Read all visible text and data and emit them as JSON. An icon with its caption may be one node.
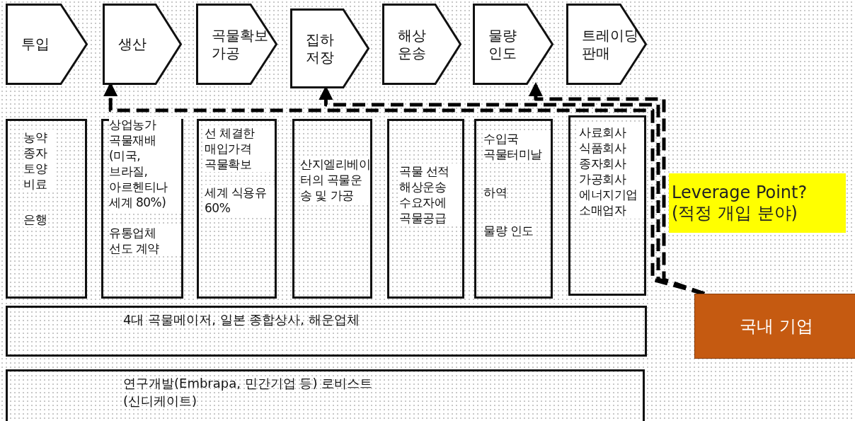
{
  "diagram": {
    "nodes": [
      {
        "text": [
          "투입"
        ]
      },
      {
        "text": [
          "생산"
        ]
      },
      {
        "text": [
          "곡물확보 가공"
        ]
      },
      {
        "text": [
          "집하 저장"
        ]
      },
      {
        "text": [
          "해상 운송"
        ]
      },
      {
        "text": [
          "물량 인도"
        ]
      },
      {
        "text": [
          "트레이딩 판매"
        ]
      },
      {
        "text": [
          "농약 종자 토양 비료",
          "은행"
        ]
      },
      {
        "text": [
          "상업농가 곡물재배 (미국, 브라질, 아르헨티나 세계 80%)",
          "유통업체 선도 계약"
        ]
      },
      {
        "text": [
          "선 체결한 매입가격 곡물확보",
          "세계 식용유 60%"
        ]
      },
      {
        "text": [
          "산지엘리베이터의 곡물운송 및 가공"
        ]
      },
      {
        "text": [
          "곡물 선적 해상운송 수요자에 곡물공급"
        ]
      },
      {
        "text": [
          "수입국 곡물터미날",
          "하역",
          "물량 인도"
        ]
      },
      {
        "text": [
          "사료회사 식품회사 종자회사 가공회사 에너지기업 소매업자"
        ]
      },
      {
        "text": [
          "4대 곡물메이저, 일본 종합상사, 해운업체"
        ]
      },
      {
        "text": [
          "연구개발(Embrapa, 민간기업 등) 로비스트(신디케이트)"
        ]
      },
      {
        "text": [
          "Leverage Point? (적정 개입 분야)"
        ]
      },
      {
        "text": [
          "국내 기업"
        ]
      }
    ],
    "edges": [
      {
        "from": 17,
        "to": 1,
        "arrow": "to",
        "style": "dashed"
      },
      {
        "from": 17,
        "to": 3,
        "arrow": "to",
        "style": "dashed"
      },
      {
        "from": 17,
        "to": 5,
        "arrow": "to",
        "style": "dashed"
      }
    ]
  }
}
